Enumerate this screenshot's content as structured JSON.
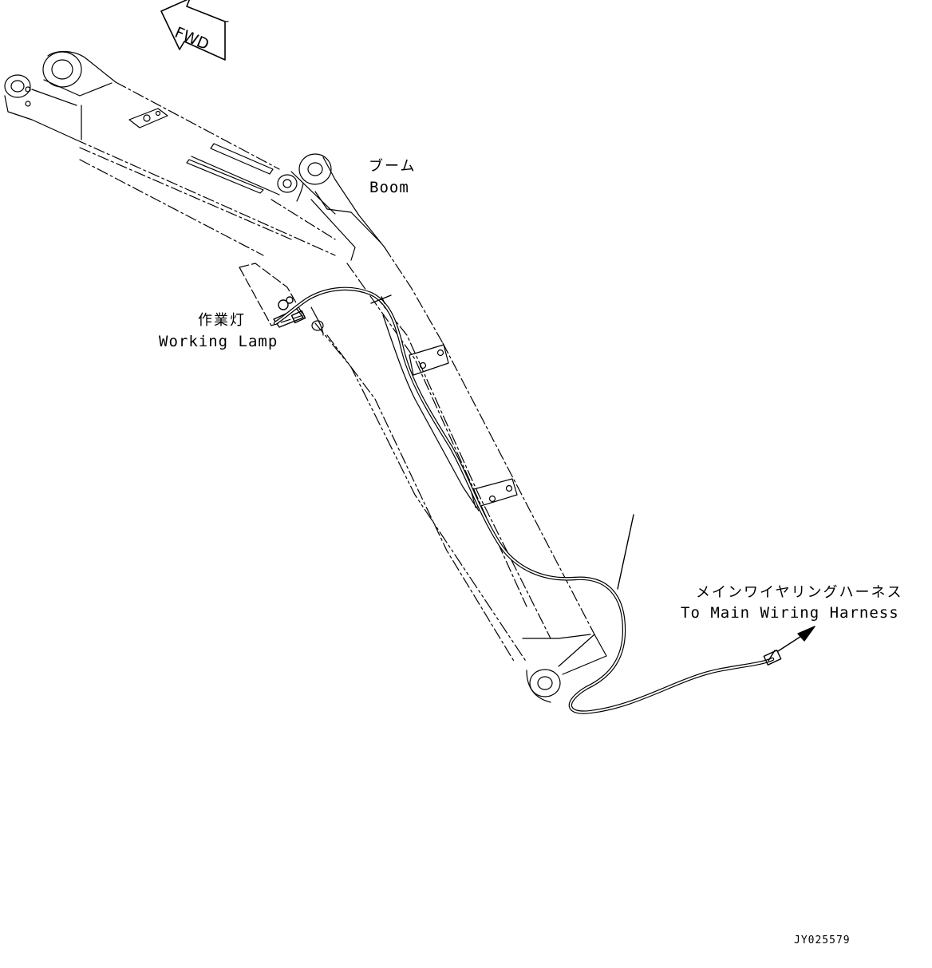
{
  "figure": {
    "fwd_label": "FWD",
    "labels": {
      "boom_jp": "ブーム",
      "boom_en": "Boom",
      "lamp_jp": "作業灯",
      "lamp_en": "Working Lamp",
      "harness_jp": "メインワイヤリングハーネス",
      "harness_en": "To Main Wiring Harness"
    },
    "drawing_code": "JY025579",
    "line_color": "#000000"
  }
}
